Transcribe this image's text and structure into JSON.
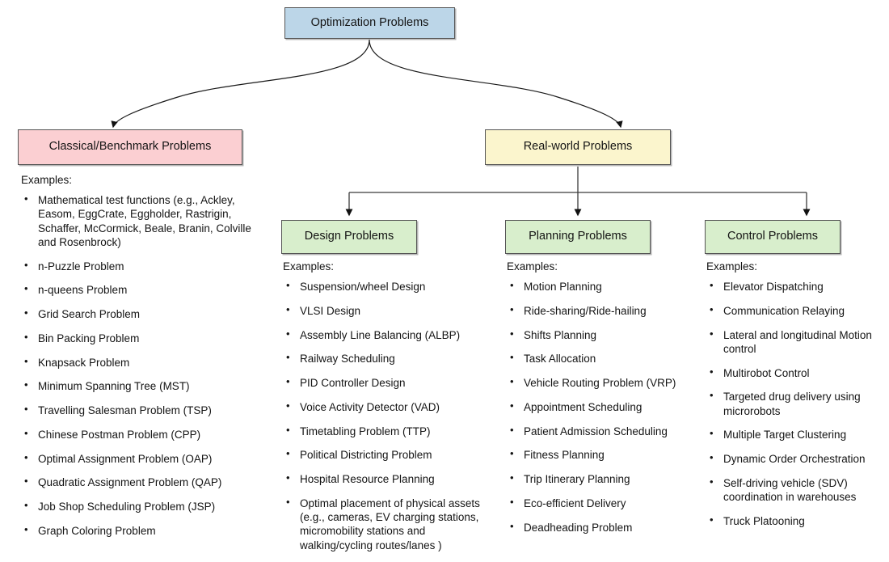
{
  "diagram": {
    "type": "hierarchy-tree",
    "root": {
      "label": "Optimization Problems",
      "color": "#bcd6e8"
    },
    "level2": [
      {
        "label": "Classical/Benchmark Problems",
        "color": "#fbcfd2"
      },
      {
        "label": "Real-world Problems",
        "color": "#fbf5cd"
      }
    ],
    "level3": [
      {
        "label": "Design Problems",
        "color": "#d8eecc"
      },
      {
        "label": "Planning Problems",
        "color": "#d8eecc"
      },
      {
        "label": "Control Problems",
        "color": "#d8eecc"
      }
    ],
    "examples_label": "Examples:",
    "columns": {
      "classical": {
        "heading": "Examples:",
        "items": [
          "Mathematical test functions (e.g., Ackley, Easom, EggCrate, Eggholder, Rastrigin, Schaffer, McCormick, Beale, Branin, Colville  and Rosenbrock)",
          "n-Puzzle Problem",
          "n-queens Problem",
          "Grid Search Problem",
          "Bin Packing Problem",
          "Knapsack Problem",
          "Minimum Spanning Tree (MST)",
          "Travelling Salesman Problem (TSP)",
          "Chinese Postman Problem (CPP)",
          "Optimal Assignment Problem (OAP)",
          "Quadratic Assignment Problem (QAP)",
          "Job Shop Scheduling Problem (JSP)",
          "Graph Coloring Problem"
        ]
      },
      "design": {
        "heading": "Examples:",
        "items": [
          "Suspension/wheel Design",
          "VLSI Design",
          "Assembly Line Balancing (ALBP)",
          "Railway Scheduling",
          "PID Controller Design",
          "Voice Activity Detector (VAD)",
          "Timetabling Problem (TTP)",
          "Political Districting Problem",
          "Hospital Resource Planning",
          "Optimal placement of physical assets (e.g., cameras, EV charging stations, micromobility stations and walking/cycling  routes/lanes )"
        ]
      },
      "planning": {
        "heading": "Examples:",
        "items": [
          "Motion Planning",
          "Ride-sharing/Ride-hailing",
          "Shifts Planning",
          "Task Allocation",
          "Vehicle Routing Problem (VRP)",
          "Appointment Scheduling",
          "Patient Admission Scheduling",
          "Fitness Planning",
          "Trip Itinerary Planning",
          "Eco-efficient Delivery",
          "Deadheading Problem"
        ]
      },
      "control": {
        "heading": "Examples:",
        "items": [
          "Elevator Dispatching",
          "Communication Relaying",
          "Lateral and longitudinal Motion control",
          "Multirobot Control",
          "Targeted drug delivery using microrobots",
          "Multiple Target Clustering",
          "Dynamic Order Orchestration",
          "Self-driving vehicle (SDV) coordination in warehouses",
          "Truck Platooning"
        ]
      }
    }
  }
}
